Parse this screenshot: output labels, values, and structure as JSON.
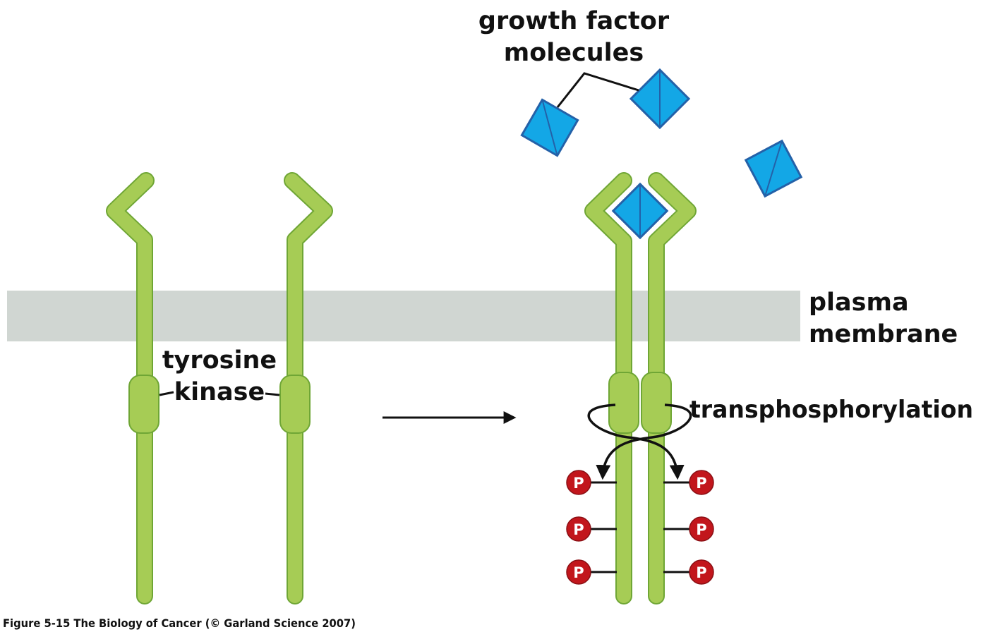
{
  "labels": {
    "growth_factor_line1": "growth factor",
    "growth_factor_line2": "molecules",
    "plasma_line1": "plasma",
    "plasma_line2": "membrane",
    "tyrosine_line1": "tyrosine",
    "tyrosine_line2": "kinase",
    "transphosphorylation": "transphosphorylation"
  },
  "phospho_letter": "P",
  "caption": "Figure 5-15  The Biology of Cancer (© Garland Science 2007)",
  "colors": {
    "receptor_fill": "#a6cc55",
    "receptor_stroke": "#6fa635",
    "membrane": "#d0d6d2",
    "ligand_fill": "#13a7e6",
    "ligand_stroke": "#2461a8",
    "phospho_fill": "#c2161c",
    "line": "#111111"
  }
}
